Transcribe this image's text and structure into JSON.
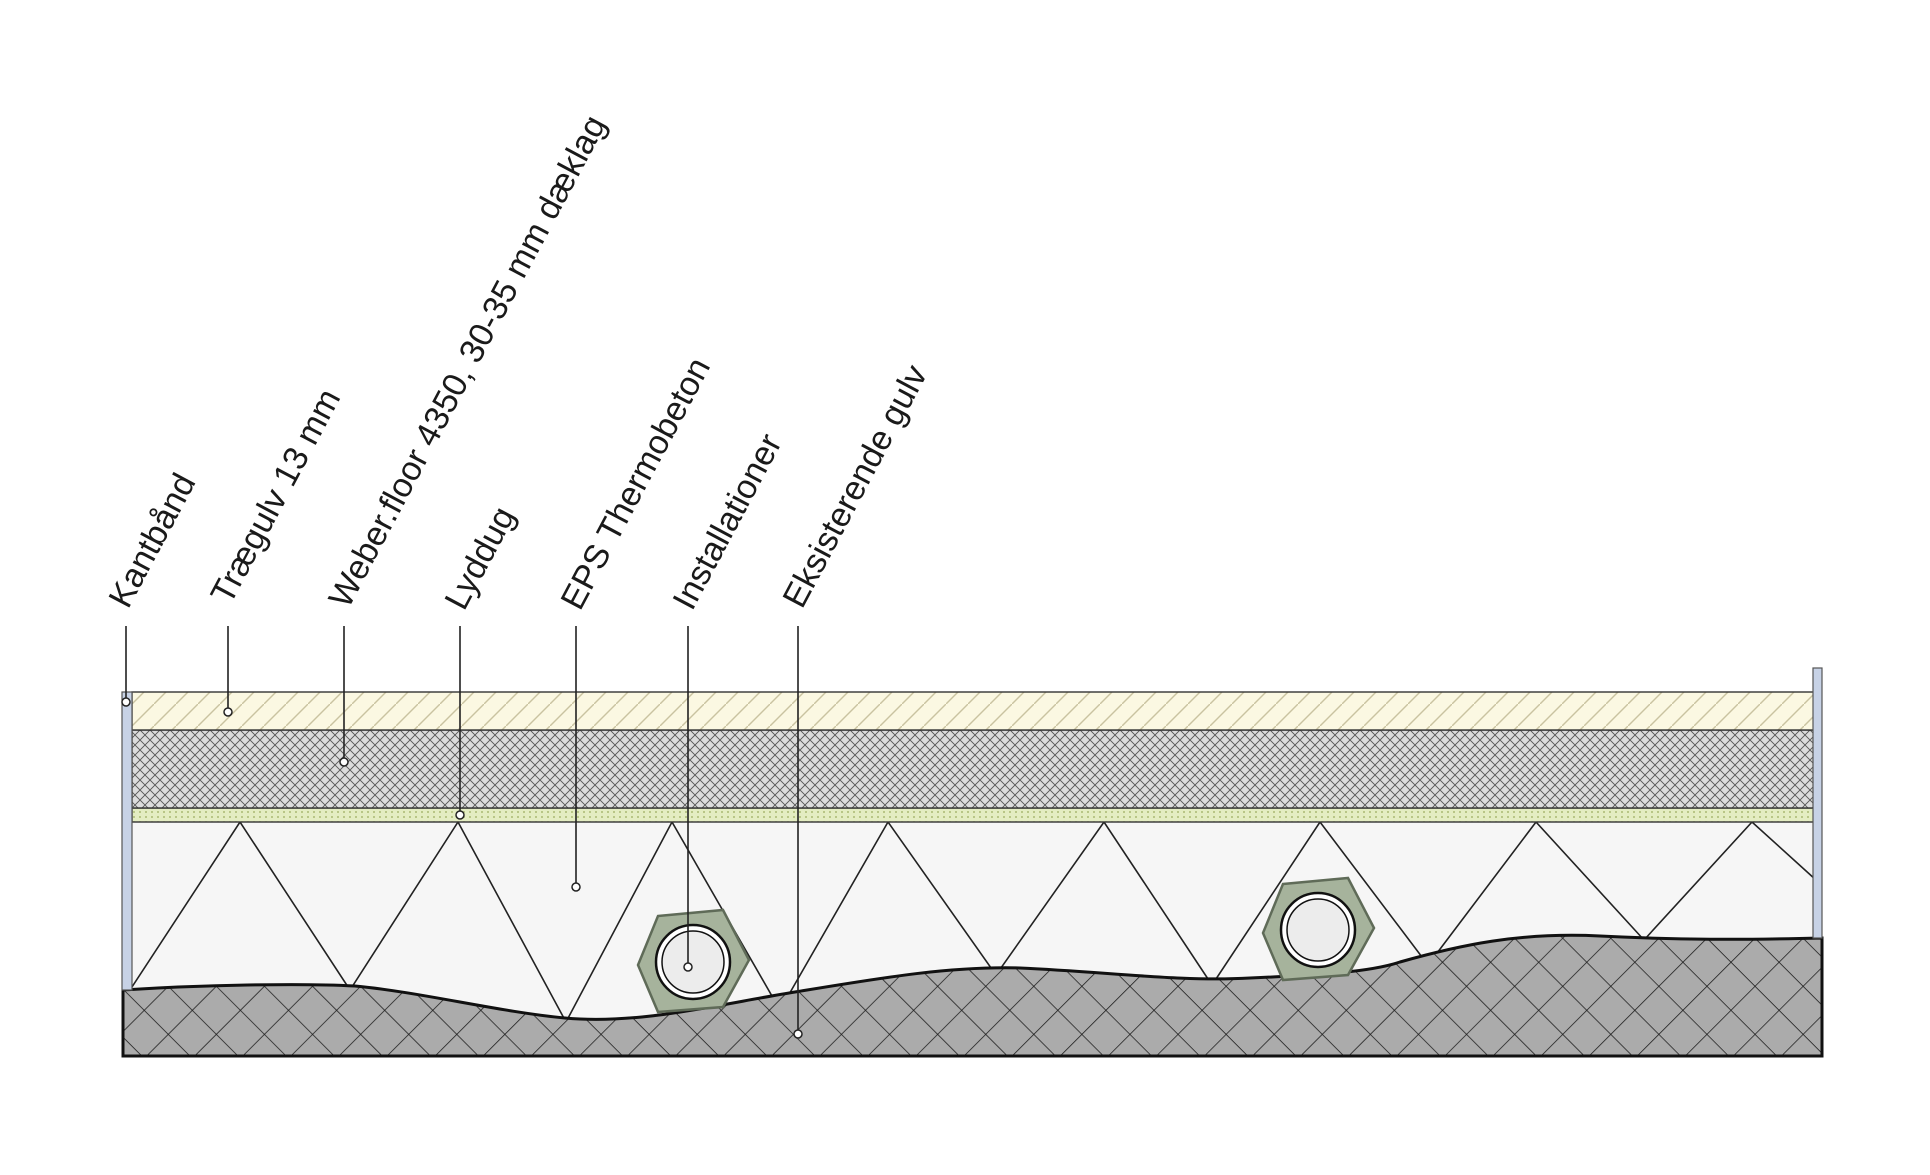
{
  "labels": [
    {
      "key": "kantbaand",
      "text": "Kantbånd"
    },
    {
      "key": "traegulv",
      "text": "Trægulv 13 mm"
    },
    {
      "key": "weber",
      "text": "Weber.floor 4350, 30-35 mm dæklag"
    },
    {
      "key": "lyddug",
      "text": "Lyddug"
    },
    {
      "key": "eps",
      "text": "EPS Thermobeton"
    },
    {
      "key": "installationer",
      "text": "Installationer"
    },
    {
      "key": "eksisterende",
      "text": "Eksisterende gulv"
    }
  ],
  "colors": {
    "wood_floor": "#fbf8e2",
    "wood_hatch": "#c9c3a0",
    "screed": "#dcdcdc",
    "screed_hatch": "#555555",
    "sound_mat": "#e4edc2",
    "sound_mat_dots": "#9aab5c",
    "eps": "#f6f6f6",
    "existing_floor": "#ababab",
    "edge_strip": "#c7d2e6",
    "pipe_shield": "#a6b39c",
    "pipe_shield_edge": "#5f6b58"
  }
}
